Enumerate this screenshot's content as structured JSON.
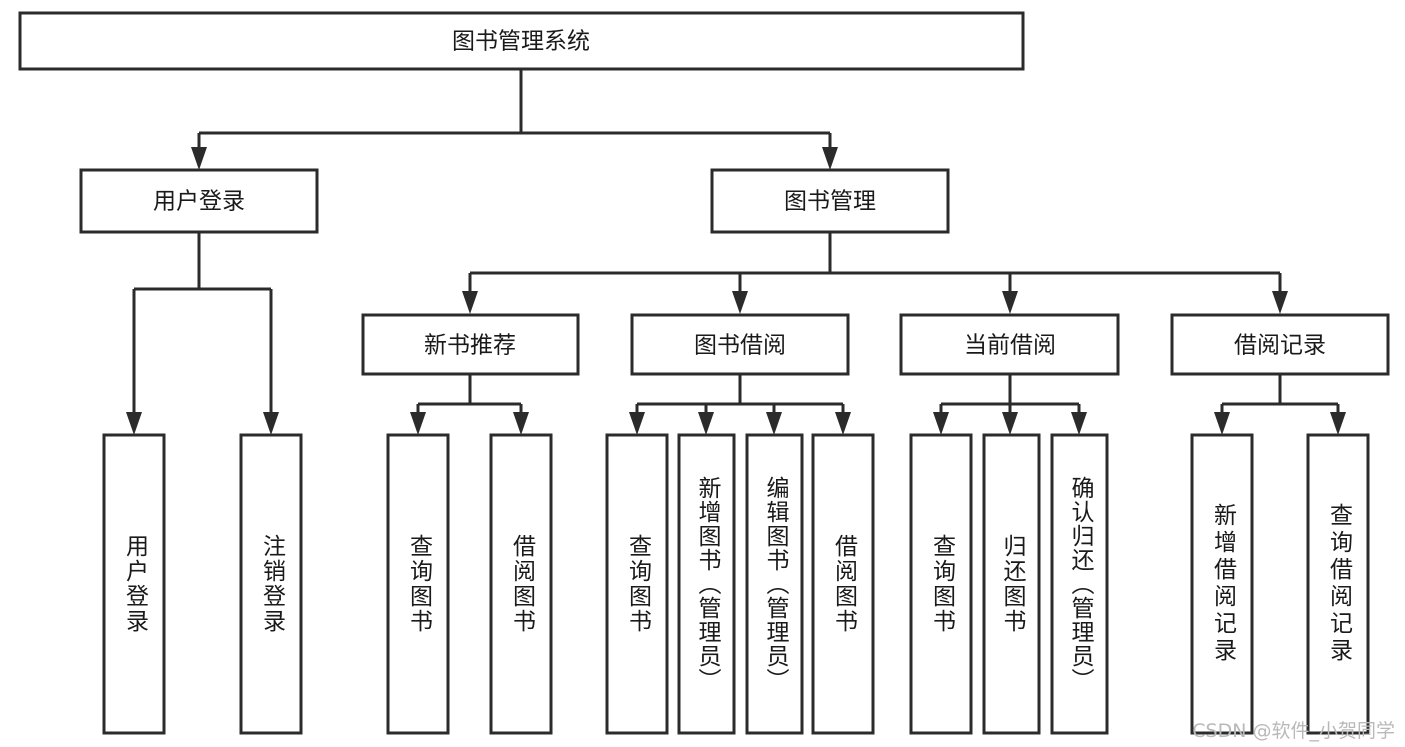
{
  "diagram": {
    "type": "tree-hierarchy",
    "title_node": {
      "id": "root",
      "label": "图书管理系统"
    },
    "level2": [
      {
        "id": "user-login",
        "label": "用户登录"
      },
      {
        "id": "book-manage",
        "label": "图书管理"
      }
    ],
    "level3": [
      {
        "id": "new-book-recommend",
        "label": "新书推荐",
        "parent": "book-manage"
      },
      {
        "id": "book-borrow",
        "label": "图书借阅",
        "parent": "book-manage"
      },
      {
        "id": "current-borrow",
        "label": "当前借阅",
        "parent": "book-manage"
      },
      {
        "id": "borrow-record",
        "label": "借阅记录",
        "parent": "book-manage"
      }
    ],
    "leaves": [
      {
        "id": "leaf-user-login",
        "label": "用户登录",
        "parent": "user-login"
      },
      {
        "id": "leaf-logout-login",
        "label": "注销登录",
        "parent": "user-login"
      },
      {
        "id": "leaf-query-book-1",
        "label": "查询图书",
        "parent": "new-book-recommend"
      },
      {
        "id": "leaf-borrow-book-1",
        "label": "借阅图书",
        "parent": "new-book-recommend"
      },
      {
        "id": "leaf-query-book-2",
        "label": "查询图书",
        "parent": "book-borrow"
      },
      {
        "id": "leaf-add-book",
        "label": "新增图书（管理员）",
        "parent": "book-borrow"
      },
      {
        "id": "leaf-edit-book",
        "label": "编辑图书（管理员）",
        "parent": "book-borrow"
      },
      {
        "id": "leaf-borrow-book-2",
        "label": "借阅图书",
        "parent": "book-borrow"
      },
      {
        "id": "leaf-query-book-3",
        "label": "查询图书",
        "parent": "current-borrow"
      },
      {
        "id": "leaf-return-book",
        "label": "归还图书",
        "parent": "current-borrow"
      },
      {
        "id": "leaf-confirm-return",
        "label": "确认归还（管理员）",
        "parent": "current-borrow"
      },
      {
        "id": "leaf-add-record",
        "label": "新增借阅记录",
        "parent": "borrow-record"
      },
      {
        "id": "leaf-query-record",
        "label": "查询借阅记录",
        "parent": "borrow-record"
      }
    ]
  },
  "watermark": {
    "text": "CSDN @软件_小贺同学"
  },
  "colors": {
    "stroke": "#2b2b2b",
    "fill": "#ffffff",
    "text": "#1a1a1a",
    "watermark": "#b9b9b9",
    "background": "#ffffff"
  }
}
